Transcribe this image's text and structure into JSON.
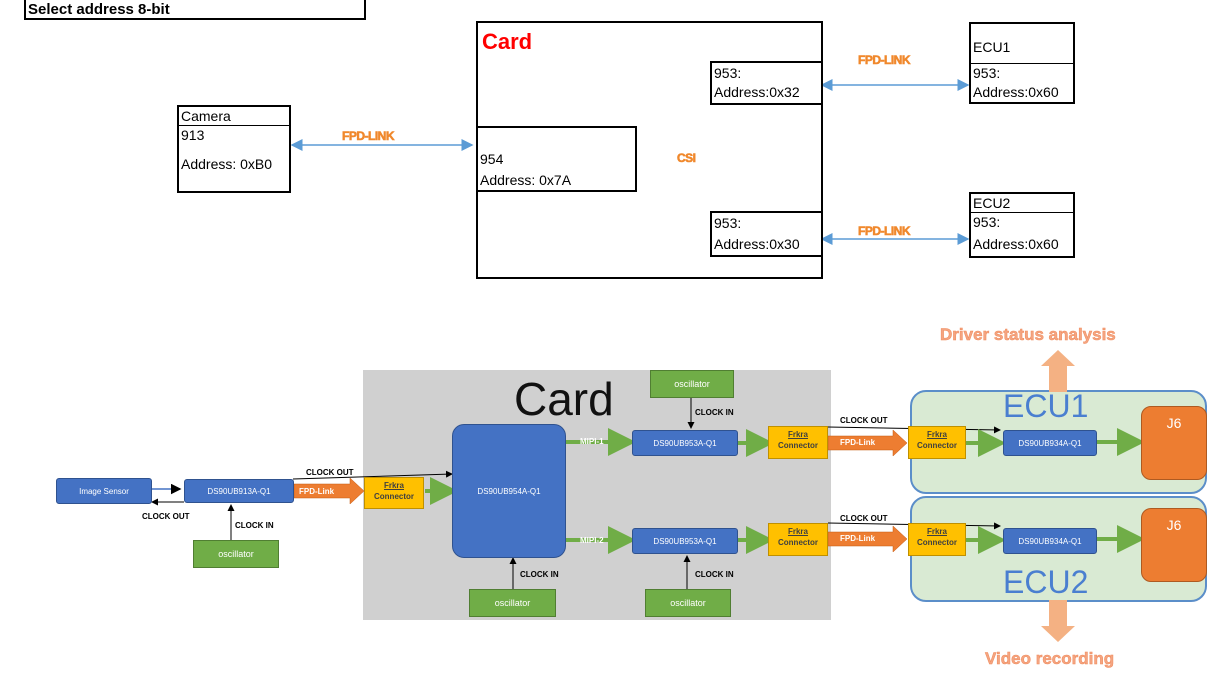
{
  "header": {
    "title": "Select address 8-bit"
  },
  "top_diagram": {
    "card_title": "Card",
    "camera": {
      "name": "Camera",
      "chip": "913",
      "address": "Address: 0xB0"
    },
    "chip954": {
      "chip": "954",
      "address": "Address: 0x7A"
    },
    "chip953_top": {
      "chip": "953:",
      "address": "Address:0x32"
    },
    "chip953_bottom": {
      "chip": "953:",
      "address": "Address:0x30"
    },
    "ecu1": {
      "name": "ECU1",
      "chip": "953:",
      "address": "Address:0x60"
    },
    "ecu2": {
      "name": "ECU2",
      "chip": "953:",
      "address": "Address:0x60"
    },
    "link_label": "FPD-LINK",
    "csi_label": "CSI"
  },
  "bottom_diagram": {
    "card_title": "Card",
    "image_sensor": "Image Sensor",
    "ser_913": "DS90UB913A-Q1",
    "des_954": "DS90UB954A-Q1",
    "ser_953_1": "DS90UB953A-Q1",
    "ser_953_2": "DS90UB953A-Q1",
    "des_934_1": "DS90UB934A-Q1",
    "des_934_2": "DS90UB934A-Q1",
    "oscillator": "oscillator",
    "clock_in": "CLOCK IN",
    "clock_out": "CLOCK OUT",
    "fpd_link": "FPD-Link",
    "mipi_1": "MIPI-1",
    "mipi_2": "MIPI-2",
    "connector_top": "Frkra",
    "connector_bottom": "Connector",
    "ecu1": "ECU1",
    "ecu2": "ECU2",
    "j6": "J6",
    "driver_status": "Driver status analysis",
    "video_recording": "Video recording"
  },
  "colors": {
    "blue": "#4472c4",
    "green": "#70ad47",
    "yellow": "#ffc000",
    "orange": "#ed7d31",
    "light_green": "#d9ead3",
    "card_gray": "#d0d0d0",
    "link_blue": "#5b9bd5",
    "card_red": "#ff0000"
  }
}
